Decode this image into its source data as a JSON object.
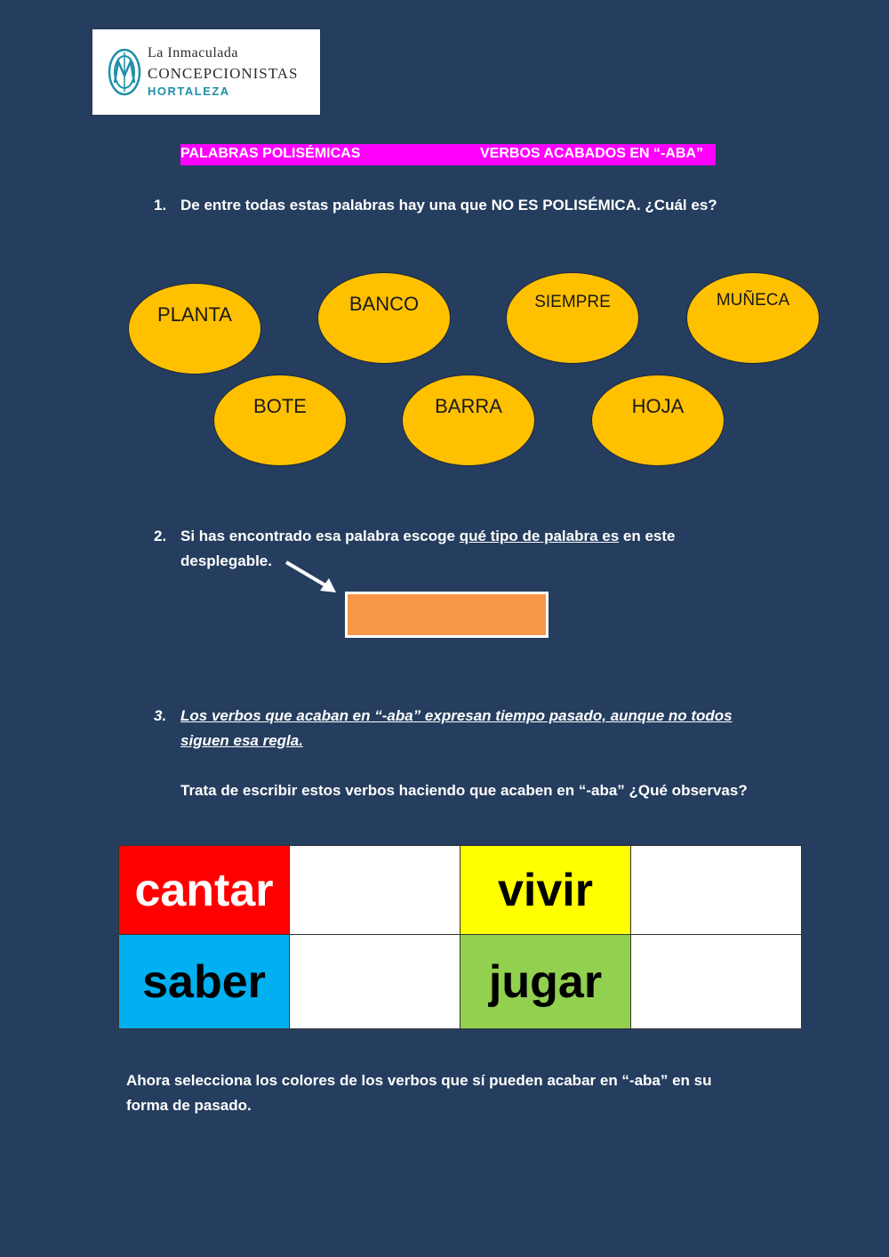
{
  "logo": {
    "line1": "La Inmaculada",
    "line2": "CONCEPCIONISTAS",
    "line3": "HORTALEZA"
  },
  "banner": {
    "left": "PALABRAS POLISÉMICAS",
    "right": "VERBOS ACABADOS EN  “-ABA”",
    "color": "#ff00ff"
  },
  "q1": {
    "number": "1.",
    "text": "De entre todas estas palabras hay una que NO ES POLISÉMICA. ¿Cuál es?"
  },
  "words": [
    "PLANTA",
    "BANCO",
    "SIEMPRE",
    "MUÑECA",
    "BOTE",
    "BARRA",
    "HOJA"
  ],
  "q2": {
    "number": "2.",
    "text_before": "Si has encontrado esa palabra escoge ",
    "text_underlined": "qué tipo de palabra es",
    "text_after": " en este",
    "line2": "desplegable.",
    "dropdown_value": ""
  },
  "q3": {
    "number": "3.",
    "line1": "Los verbos que acaban en “-aba” expresan tiempo pasado, aunque no todos",
    "line2": "siguen esa regla.",
    "instruction": "Trata de escribir estos verbos haciendo que acaben en “-aba” ¿Qué observas?"
  },
  "verbs": {
    "row1": [
      {
        "word": "cantar",
        "color": "#ff0000",
        "answer": ""
      },
      {
        "word": "vivir",
        "color": "#ffff00",
        "answer": ""
      }
    ],
    "row2": [
      {
        "word": "saber",
        "color": "#00b0f0",
        "answer": ""
      },
      {
        "word": "jugar",
        "color": "#92d050",
        "answer": ""
      }
    ]
  },
  "final": {
    "line1": "Ahora selecciona los colores de los verbos  que sí pueden acabar en “-aba” en su",
    "line2": "forma de pasado."
  }
}
